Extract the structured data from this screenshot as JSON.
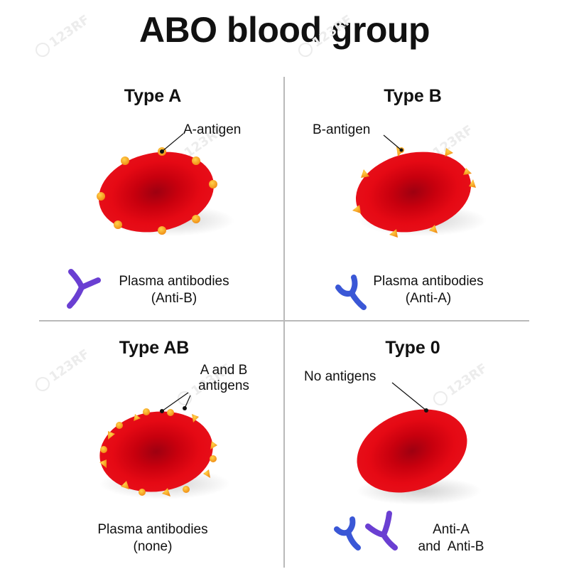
{
  "title": "ABO blood group",
  "quadrants": {
    "type_a": {
      "title": "Type A",
      "antigen_label": "A-antigen",
      "plasma_line1": "Plasma antibodies",
      "plasma_line2": "(Anti-B)"
    },
    "type_b": {
      "title": "Type B",
      "antigen_label": "B-antigen",
      "plasma_line1": "Plasma antibodies",
      "plasma_line2": "(Anti-A)"
    },
    "type_ab": {
      "title": "Type AB",
      "antigen_line1": "A and B",
      "antigen_line2": "antigens",
      "plasma_line1": "Plasma antibodies",
      "plasma_line2": "(none)"
    },
    "type_o": {
      "title": "Type 0",
      "antigen_label": "No antigens",
      "plasma_line1": "Anti-A",
      "plasma_line2": "and  Anti-B"
    }
  },
  "colors": {
    "cell_red": "#e30613",
    "cell_dark": "#b5000b",
    "antigen_a": "#f7a21b",
    "antigen_b": "#f49a17",
    "antibody_a": "#3a57d6",
    "antibody_b": "#6a3fd2",
    "divider": "#b9b9b9"
  },
  "watermark": "123RF"
}
